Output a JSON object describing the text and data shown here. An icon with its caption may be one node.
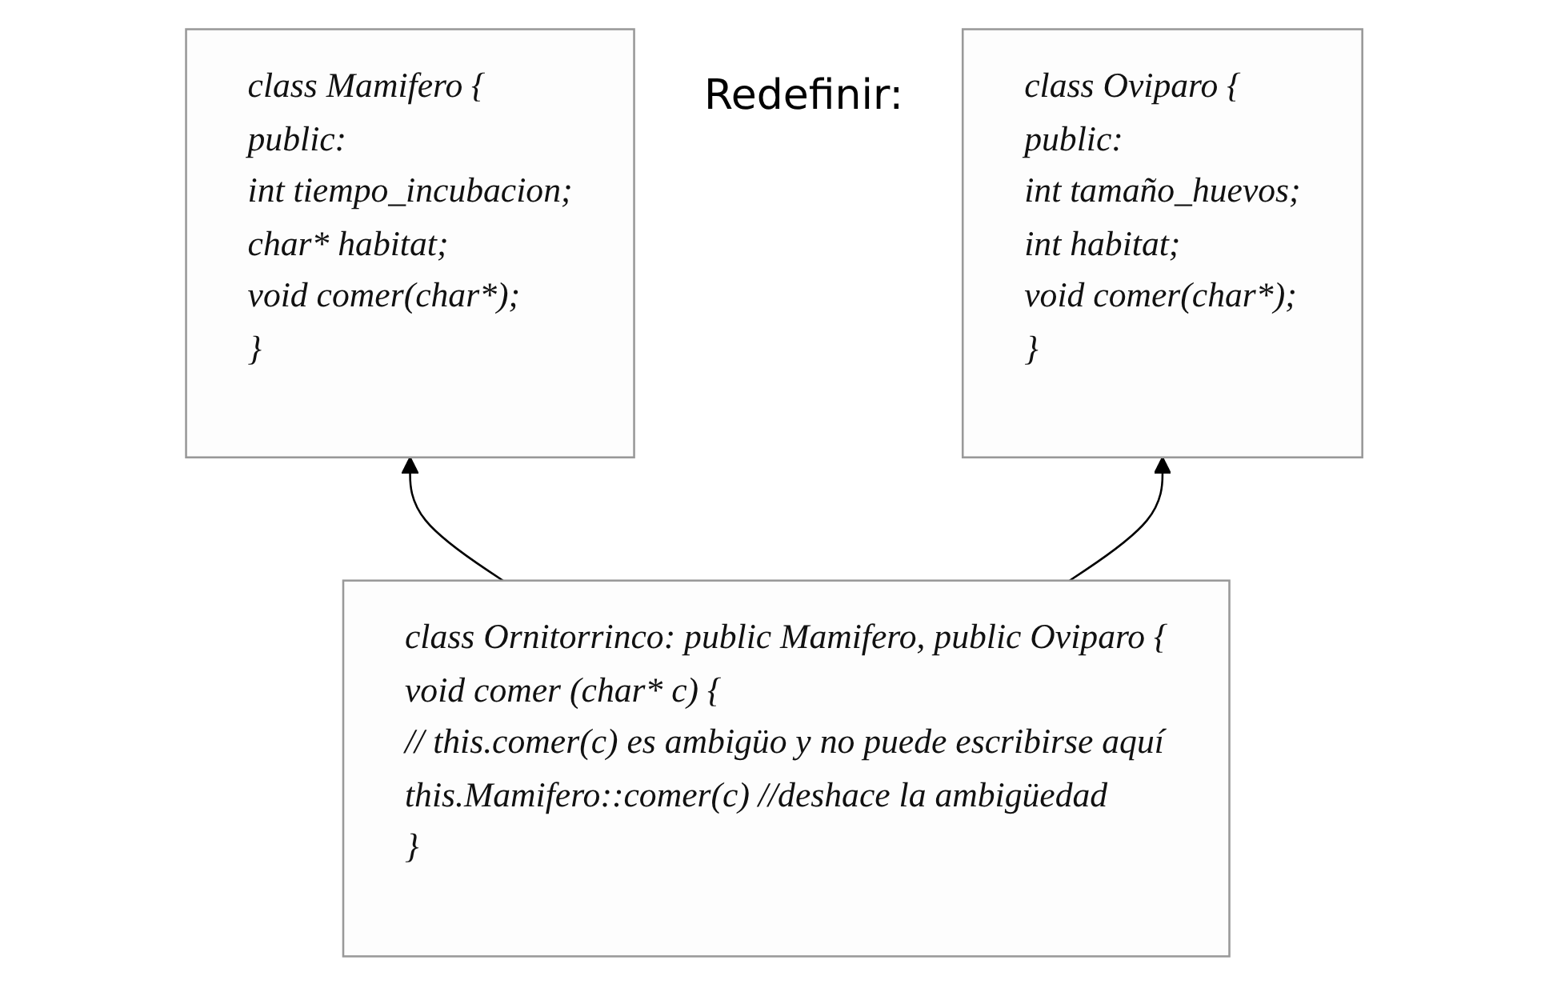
{
  "diagram": {
    "nodes": [
      {
        "text": [
          "class Mamifero {",
          "public:",
          "int tiempo_incubacion;",
          "char* habitat;",
          "void comer(char*);",
          "}"
        ]
      },
      {
        "text": [
          "class Oviparo {",
          "public:",
          "int tamaño_huevos;",
          "int habitat;",
          "void comer(char*);",
          "}"
        ]
      },
      {
        "text": [
          "class Ornitorrinco: public Mamifero, public Oviparo {",
          "void comer (char* c) {",
          "// this.comer(c) es ambigüo y no puede escribirse aquí",
          "this.Mamifero::comer(c)  //deshace la ambigüedad",
          "}"
        ]
      }
    ],
    "edges": [
      {
        "from": 2,
        "to": 0,
        "arrow": "to"
      },
      {
        "from": 2,
        "to": 1,
        "arrow": "to"
      }
    ],
    "labels": [
      "Redefinir:"
    ]
  }
}
